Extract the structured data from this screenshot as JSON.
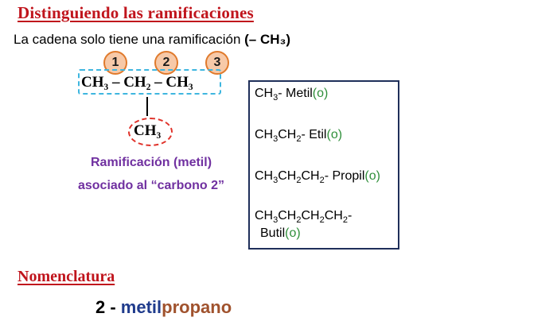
{
  "title": "Distinguiendo las ramificaciones",
  "intro": {
    "text": "La cadena solo tiene una ramificación ",
    "formula": "(– CH₃)"
  },
  "carbons": [
    "1",
    "2",
    "3"
  ],
  "chain": "CH₃ – CH₂ – CH₃",
  "branch": "CH₃",
  "note": {
    "line1": "Ramificación  (metil)",
    "line2": "asociado al “carbono 2”"
  },
  "radicals": [
    {
      "formula_parts": [
        [
          "CH",
          "3"
        ]
      ],
      "tail": "-  ",
      "name": "Metil",
      "suffix": "(o)"
    },
    {
      "formula_parts": [
        [
          "CH",
          "3"
        ],
        [
          "CH",
          "2"
        ]
      ],
      "tail": "-  ",
      "name": "Etil",
      "suffix": "(o)"
    },
    {
      "formula_parts": [
        [
          "CH",
          "3"
        ],
        [
          "CH",
          "2"
        ],
        [
          "CH",
          "2"
        ]
      ],
      "tail": "-  ",
      "name": "Propil",
      "suffix": "(o)"
    },
    {
      "formula_parts": [
        [
          "CH",
          "3"
        ],
        [
          "CH",
          "2"
        ],
        [
          "CH",
          "2"
        ],
        [
          "CH",
          "2"
        ]
      ],
      "tail": "-",
      "name": "Butil",
      "suffix": "(o)"
    }
  ],
  "nomenclature": {
    "title": "Nomenclatura",
    "number": "2 - ",
    "branch_name": "metil",
    "main_chain": "propano"
  },
  "colors": {
    "title_red": "#c0141c",
    "circle_fill": "#f7c9a8",
    "chain_border": "#3eb6df",
    "branch_border": "#e0322a",
    "note_purple": "#7030a0",
    "suffix_green": "#2f8f3a",
    "metil_blue": "#1f3b8c",
    "propano_brown": "#a0522d"
  }
}
